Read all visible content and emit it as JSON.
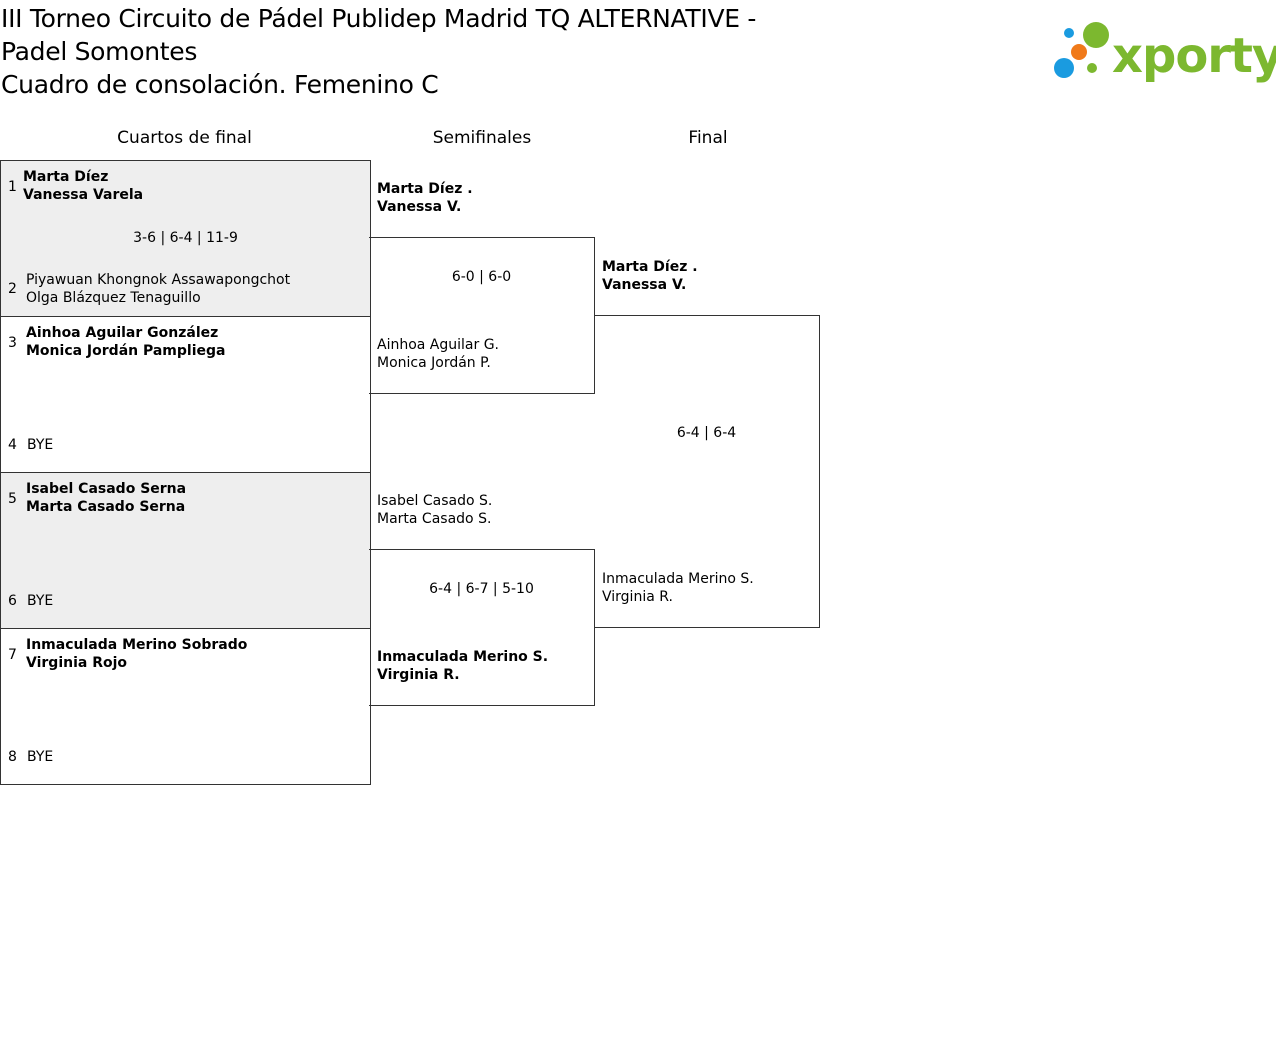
{
  "header": {
    "title_line1": "III Torneo Circuito de Pádel Publidep Madrid TQ ALTERNATIVE -",
    "title_line2": "Padel Somontes",
    "title_line3": "Cuadro de consolación. Femenino C",
    "logo_text": "xporty"
  },
  "rounds": {
    "quarterfinals": "Cuartos de final",
    "semifinals": "Semifinales",
    "final": "Final"
  },
  "quarterfinals": [
    {
      "seed_a": "1",
      "player_a1": "Marta Díez",
      "player_a2": "Vanessa Varela",
      "score": "3-6 | 6-4 | 11-9",
      "seed_b": "2",
      "player_b1": "Piyawuan Khongnok Assawapongchot",
      "player_b2": "Olga Blázquez Tenaguillo"
    },
    {
      "seed_a": "3",
      "player_a1": "Ainhoa Aguilar González",
      "player_a2": "Monica Jordán Pampliega",
      "score": "",
      "seed_b": "4",
      "player_b1": "BYE",
      "player_b2": ""
    },
    {
      "seed_a": "5",
      "player_a1": "Isabel Casado Serna",
      "player_a2": "Marta Casado Serna",
      "score": "",
      "seed_b": "6",
      "player_b1": "BYE",
      "player_b2": ""
    },
    {
      "seed_a": "7",
      "player_a1": "Inmaculada Merino Sobrado",
      "player_a2": "Virginia Rojo",
      "score": "",
      "seed_b": "8",
      "player_b1": "BYE",
      "player_b2": ""
    }
  ],
  "semifinals": [
    {
      "team_a1": "Marta Díez .",
      "team_a2": "Vanessa V.",
      "score": "6-0 | 6-0",
      "team_b1": "Ainhoa Aguilar G.",
      "team_b2": "Monica Jordán P."
    },
    {
      "team_a1": "Isabel Casado S.",
      "team_a2": "Marta Casado S.",
      "score": "6-4 | 6-7 | 5-10",
      "team_b1": "Inmaculada Merino S.",
      "team_b2": "Virginia R."
    }
  ],
  "final": {
    "team_a1": "Marta Díez .",
    "team_a2": "Vanessa V.",
    "score": "6-4 | 6-4",
    "team_b1": "Inmaculada Merino S.",
    "team_b2": "Virginia R."
  },
  "colors": {
    "shade": "#eeeeee",
    "border": "#333333",
    "logo_green": "#7cb82f",
    "logo_blue": "#1a9be0",
    "logo_orange": "#f07a1a"
  }
}
